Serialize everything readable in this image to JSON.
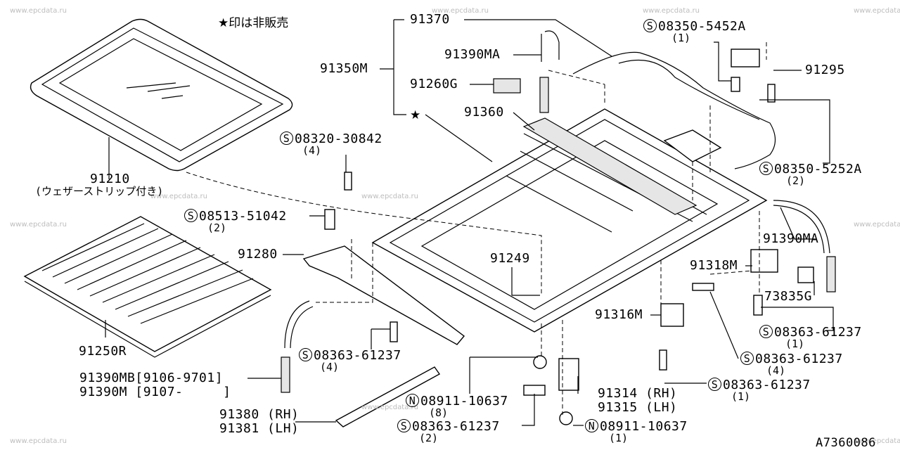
{
  "note": "★印は非販売",
  "watermark": "www.epcdata.ru",
  "diagram_code": "A7360086",
  "labels": {
    "p91370": "91370",
    "p91350m": "91350M",
    "p91390ma_top": "91390MA",
    "p91260g": "91260G",
    "p91360": "91360",
    "s08350_5452a": "08350-5452A",
    "s08350_5452a_qty": "(1)",
    "p91295": "91295",
    "s08350_5252a": "08350-5252A",
    "s08350_5252a_qty": "(2)",
    "p91210": "91210",
    "p91210_sub": "(ウェザーストリップ付き)",
    "s08320_30842": "08320-30842",
    "s08320_30842_qty": "(4)",
    "s08513_51042": "08513-51042",
    "s08513_51042_qty": "(2)",
    "p91280": "91280",
    "p91249": "91249",
    "p91390ma_right": "91390MA",
    "p91318m": "91318M",
    "p73835g": "73835G",
    "s08363_61237_a": "08363-61237",
    "s08363_61237_a_qty": "(1)",
    "s08363_61237_b": "08363-61237",
    "s08363_61237_b_qty": "(4)",
    "p91316m": "91316M",
    "s08363_61237_c": "08363-61237",
    "s08363_61237_c_qty": "(1)",
    "p91250r": "91250R",
    "s08363_61237_d": "08363-61237",
    "s08363_61237_d_qty": "(4)",
    "p91390mb": "91390MB[9106-9701]",
    "p91390m": "91390M [9107-     ]",
    "n08911_10637_a": "08911-10637",
    "n08911_10637_a_qty": "(8)",
    "p91314": "91314 (RH)",
    "p91315": "91315 (LH)",
    "p91380": "91380 (RH)",
    "p91381": "91381 (LH)",
    "s08363_61237_e": "08363-61237",
    "s08363_61237_e_qty": "(2)",
    "n08911_10637_b": "08911-10637",
    "n08911_10637_b_qty": "(1)",
    "symbol_s": "S",
    "symbol_n": "N",
    "star": "★"
  }
}
